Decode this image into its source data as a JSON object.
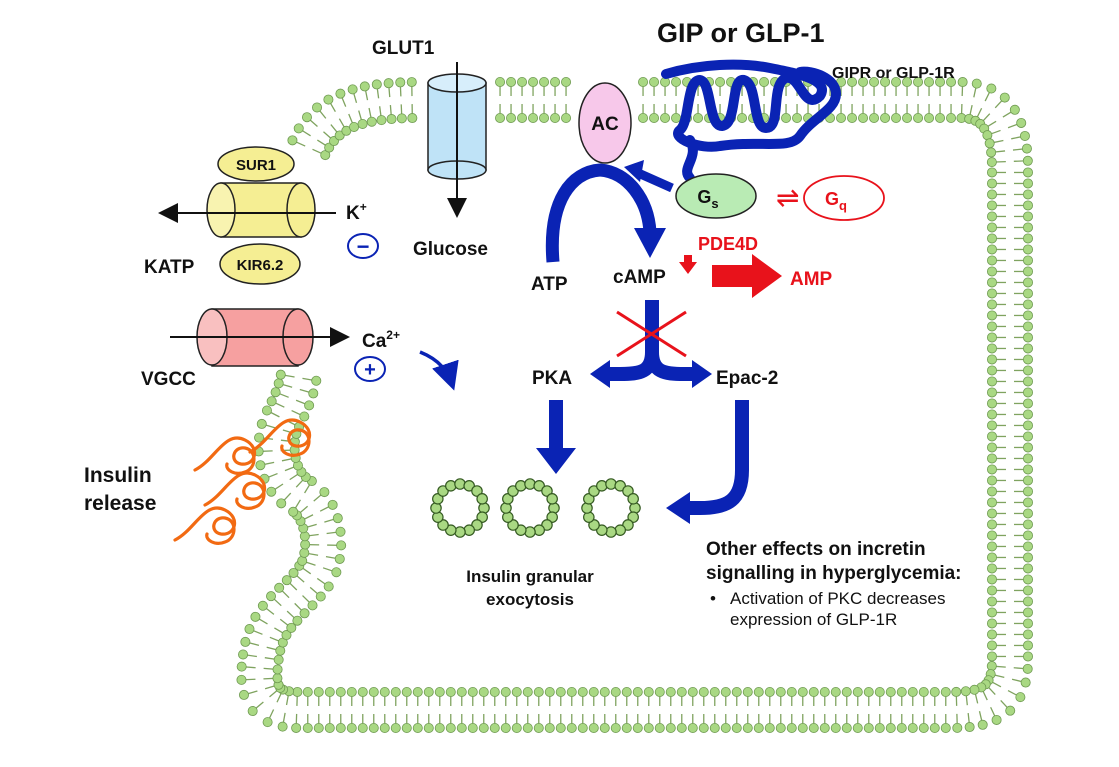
{
  "labels": {
    "ligand": "GIP or GLP-1",
    "receptor": "GIPR or GLP-1R",
    "glut1": "GLUT1",
    "glucose": "Glucose",
    "ac": "AC",
    "gs_main": "G",
    "gs_sub": "s",
    "gq_main": "G",
    "gq_sub": "q",
    "equilibrium": "⇌",
    "pde4d": "PDE4D",
    "atp": "ATP",
    "camp": "cAMP",
    "amp": "AMP",
    "pka": "PKA",
    "epac2": "Epac-2",
    "sur1": "SUR1",
    "kir62": "KIR6.2",
    "katp": "KATP",
    "k_main": "K",
    "k_sup": "+",
    "minus": "−",
    "vgcc": "VGCC",
    "ca_main": "Ca",
    "ca_sup": "2+",
    "plus": "+",
    "insulin_release_1": "Insulin",
    "insulin_release_2": "release",
    "exocytosis_1": "Insulin granular",
    "exocytosis_2": "exocytosis"
  },
  "note": {
    "title_line1": "Other effects on incretin",
    "title_line2": "signalling in hyperglycemia:",
    "items": [
      "Activation of PKC decreases expression of GLP-1R"
    ]
  },
  "colors": {
    "membrane_head": "#a9d883",
    "membrane_tail": "#7fa35f",
    "pathway_blue": "#0a23b4",
    "inhibit_red": "#e8121b",
    "insulin_orange": "#f26a12",
    "glut1_fill": "#bfe3f7",
    "ac_fill": "#f7c8ea",
    "gs_fill": "#b9ebb4",
    "katp_fill": "#f5ee93",
    "vgcc_fill": "#f6a0a0"
  }
}
